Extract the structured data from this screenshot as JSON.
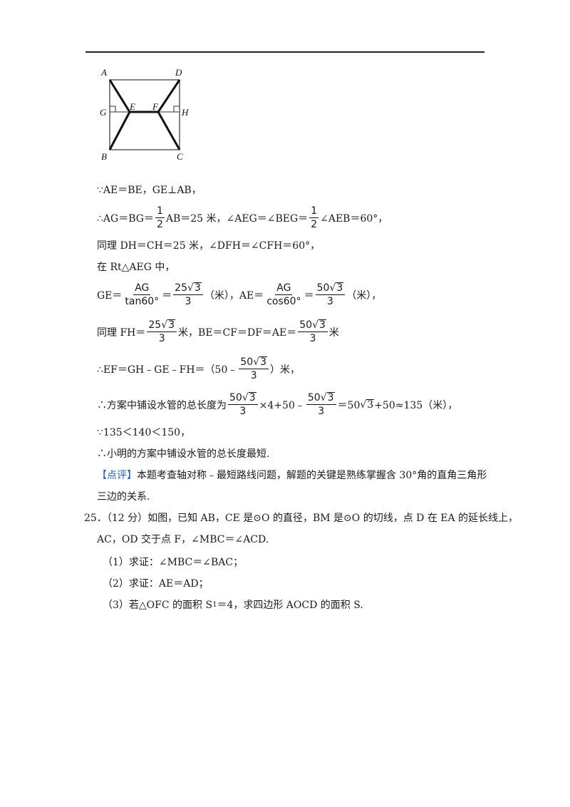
{
  "figure": {
    "labels": {
      "A": "A",
      "D": "D",
      "G": "G",
      "E": "E",
      "F": "F",
      "H": "H",
      "B": "B",
      "C": "C"
    }
  },
  "lines": {
    "l1": "∵AE＝BE，GE⊥AB，",
    "l2a": "∴AG＝BG＝",
    "l2_half_num": "1",
    "l2_half_den": "2",
    "l2b": "AB＝25 米，∠AEG＝∠BEG＝",
    "l2c": "∠AEB＝60°，",
    "l3": "同理 DH＝CH＝25 米，∠DFH＝∠CFH＝60°，",
    "l4": "在 Rt△AEG 中，",
    "l5_ge": "GE＝",
    "l5_f1_num": "AG",
    "l5_f1_den": "tan60°",
    "l5_eq1": "＝",
    "l5_f2_num_pre": "25",
    "l5_f2_rad": "3",
    "l5_f2_den": "3",
    "l5_mid": "（米），AE＝",
    "l5_f3_num": "AG",
    "l5_f3_den": "cos60°",
    "l5_eq2": "＝",
    "l5_f4_num_pre": "50",
    "l5_f4_rad": "3",
    "l5_f4_den": "3",
    "l5_end": "（米），",
    "l6a": "同理 FH＝",
    "l6_f1_num_pre": "25",
    "l6_f1_rad": "3",
    "l6_f1_den": "3",
    "l6b": "米，BE＝CF＝DF＝AE＝",
    "l6_f2_num_pre": "50",
    "l6_f2_rad": "3",
    "l6_f2_den": "3",
    "l6c": "米",
    "l7a": "∴EF＝GH﹣GE﹣FH＝（50﹣",
    "l7_f_num_pre": "50",
    "l7_f_rad": "3",
    "l7_f_den": "3",
    "l7b": "）米，",
    "l8a": "∴方案中铺设水管的总长度为",
    "l8_f1_num_pre": "50",
    "l8_f1_rad": "3",
    "l8_f1_den": "3",
    "l8b": "×4+50﹣",
    "l8_f2_num_pre": "50",
    "l8_f2_rad": "3",
    "l8_f2_den": "3",
    "l8c": "＝50",
    "l8_rad": "3",
    "l8d": "+50≈135（米），",
    "l9": "∵135＜140＜150，",
    "l10": "∴小明的方案中铺设水管的总长度最短.",
    "l11_tag": "【点评】",
    "l11": "本题考查轴对称﹣最短路线问题，解题的关键是熟练掌握含 30°角的直角三角形",
    "l12": "三边的关系.",
    "q25a": "25．（12 分）如图，已知 AB，CE 是⊙O 的直径，BM 是⊙O 的切线，点 D 在 EA 的延长线上，",
    "q25b": "AC，OD 交于点 F，∠MBC＝∠ACD.",
    "q25_1": "（1）求证：∠MBC＝∠BAC；",
    "q25_2": "（2）求证：AE＝AD；",
    "q25_3a": "（3）若△OFC 的面积 S",
    "q25_3sub": "1",
    "q25_3b": "＝4，求四边形 AOCD 的面积 S."
  },
  "colors": {
    "tag": "#2060c0"
  }
}
